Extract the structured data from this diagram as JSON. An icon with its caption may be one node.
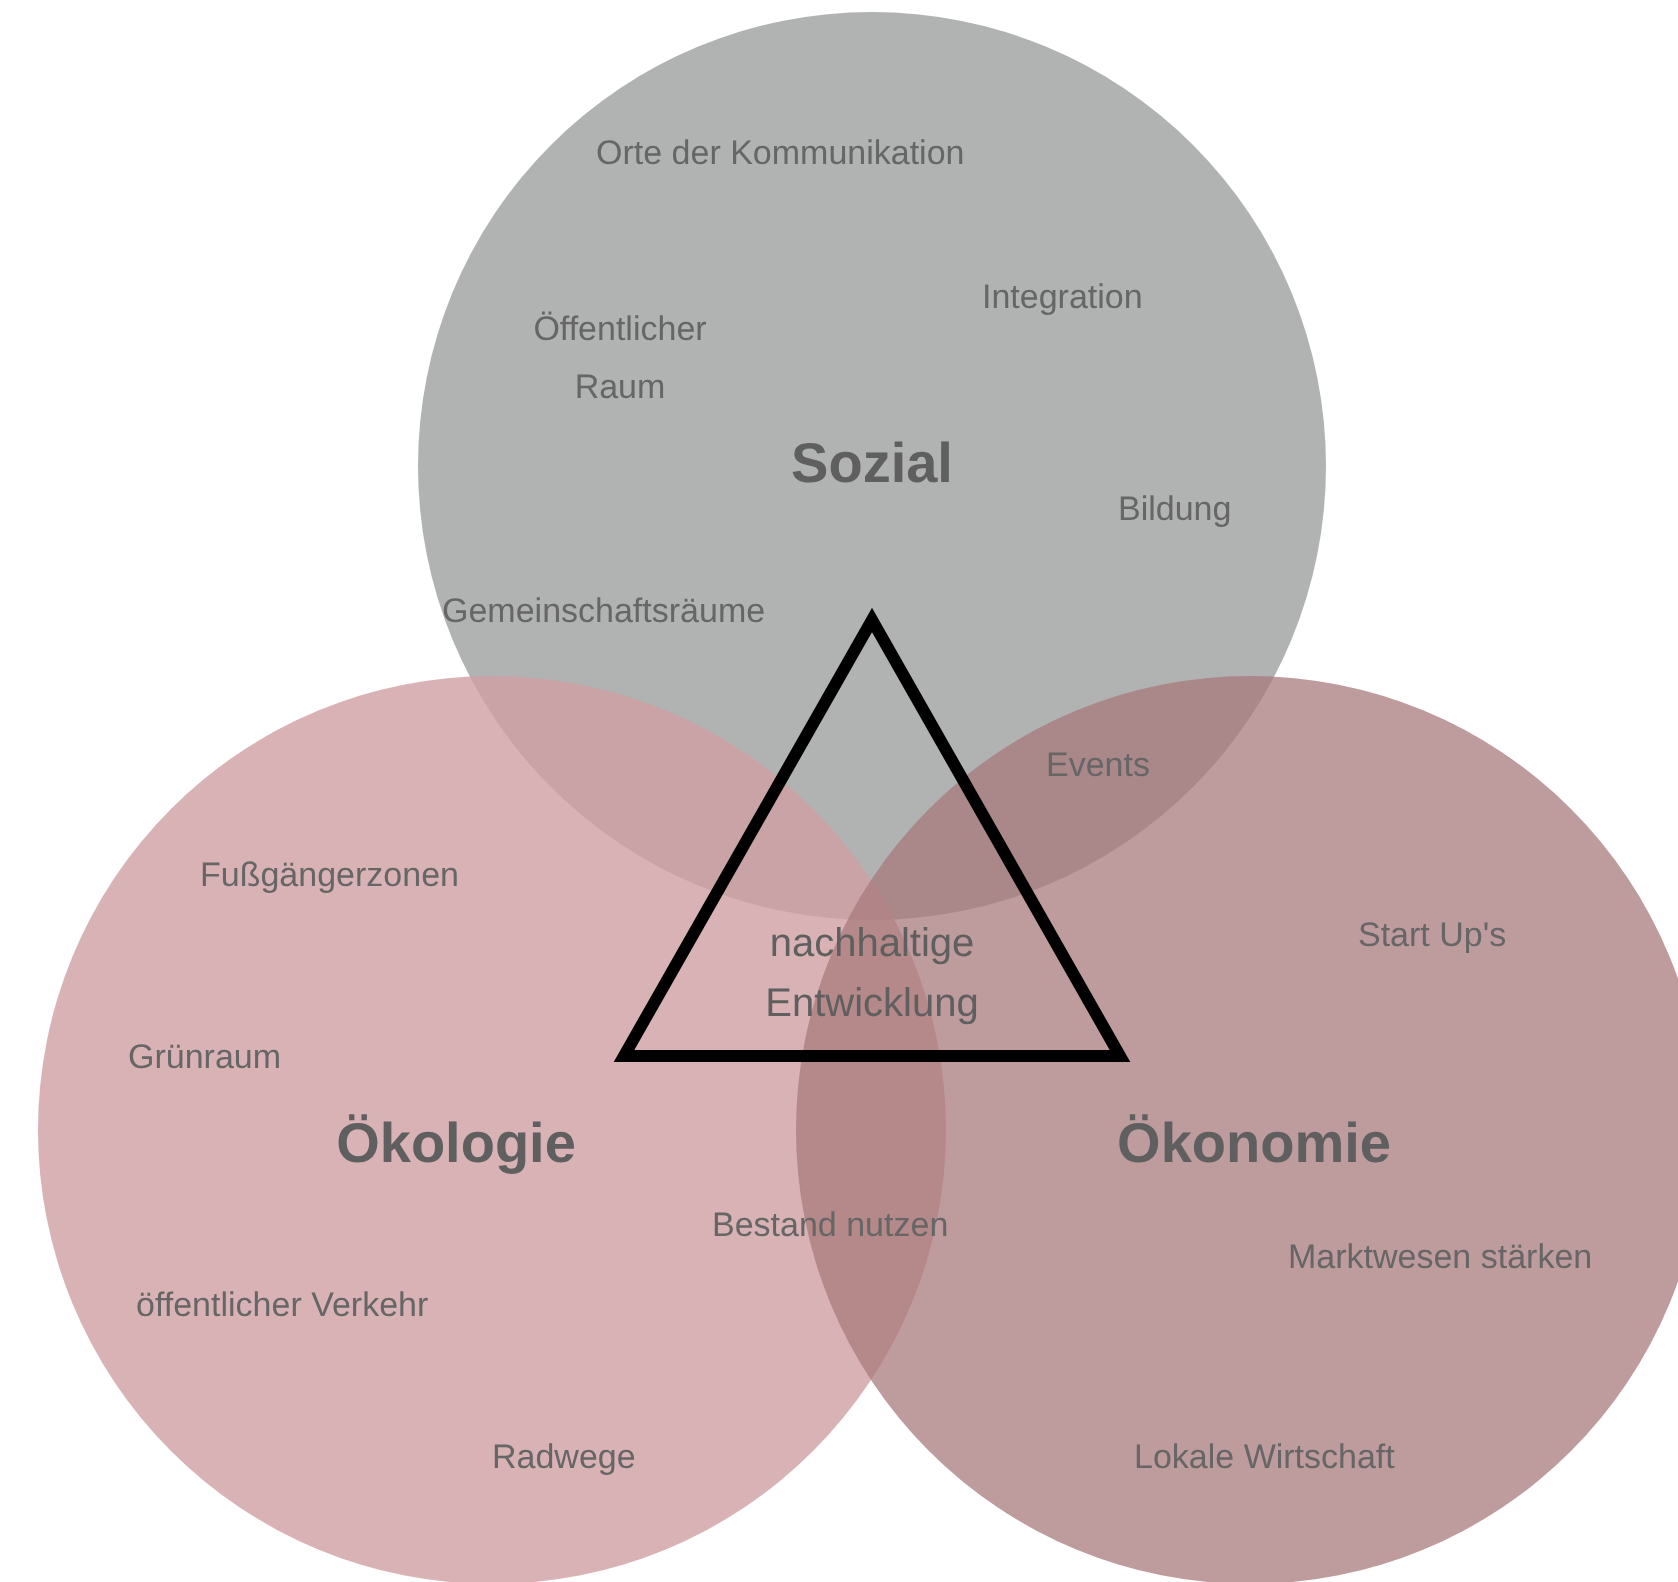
{
  "diagram": {
    "nodes": [
      {
        "text": [
          "Sozial"
        ]
      },
      {
        "text": [
          "Ökologie"
        ]
      },
      {
        "text": [
          "Ökonomie"
        ]
      },
      {
        "text": [
          "nachhaltige Entwicklung"
        ]
      }
    ],
    "labels": [
      "Orte der Kommunikation",
      "Öffentlicher Raum",
      "Integration",
      "Bildung",
      "Gemeinschaftsräume",
      "Events",
      "Fußgängerzonen",
      "Start Up's",
      "Grünraum",
      "Bestand nutzen",
      "Marktwesen stärken",
      "öffentlicher Verkehr",
      "Radwege",
      "Lokale Wirtschaft"
    ]
  }
}
